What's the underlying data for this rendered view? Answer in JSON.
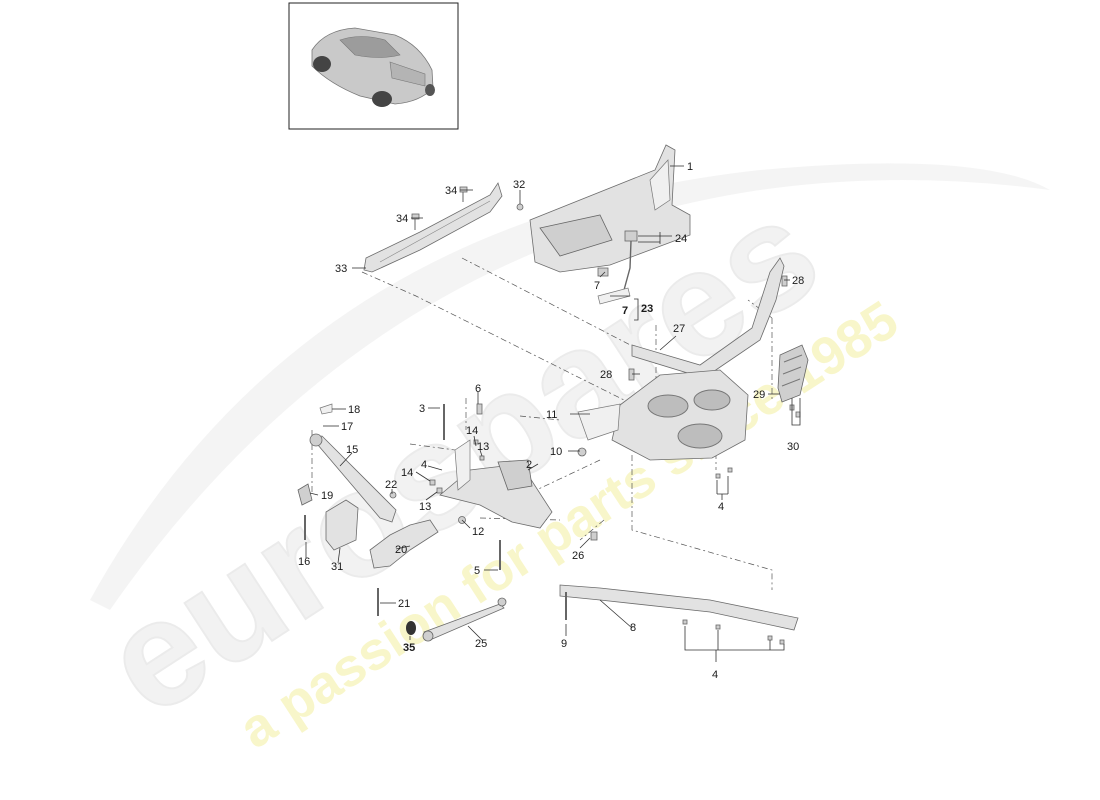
{
  "thumbnail": {
    "icon": "car-icon"
  },
  "watermark": {
    "brand": "eurospares",
    "tagline": "a passion for parts since 1985",
    "brand_color": "#e8e8e8",
    "tagline_color": "#f3f0a8"
  },
  "callouts": {
    "c1": "1",
    "c2": "2",
    "c3": "3",
    "c4a": "4",
    "c4b": "4",
    "c4c": "4",
    "c5": "5",
    "c6": "6",
    "c7a": "7",
    "c7b": "7",
    "c8": "8",
    "c9": "9",
    "c10": "10",
    "c11": "11",
    "c12": "12",
    "c13a": "13",
    "c13b": "13",
    "c14a": "14",
    "c14b": "14",
    "c15": "15",
    "c16": "16",
    "c17": "17",
    "c18": "18",
    "c19": "19",
    "c20": "20",
    "c21": "21",
    "c22": "22",
    "c23": "23",
    "c24": "24",
    "c25": "25",
    "c26": "26",
    "c27": "27",
    "c28a": "28",
    "c28b": "28",
    "c29": "29",
    "c30": "30",
    "c31": "31",
    "c32": "32",
    "c33": "33",
    "c34a": "34",
    "c34b": "34",
    "c35": "35"
  }
}
